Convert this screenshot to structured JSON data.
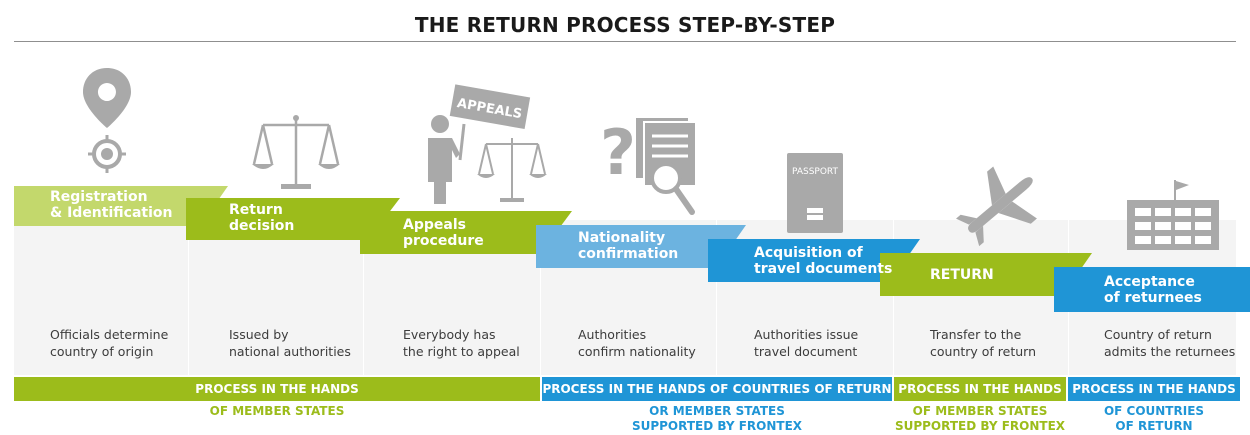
{
  "title": "THE RETURN PROCESS STEP-BY-STEP",
  "colors": {
    "green": "#9cbc1b",
    "lime": "#c3d86c",
    "lightblue": "#6cb3e0",
    "blue": "#1f95d6",
    "icon": "#a9a9a9"
  },
  "icons": {
    "col1": "location-pin-icon",
    "col2": "scales-icon",
    "col3": "appeal-protester-icon",
    "col4": "question-document-icon",
    "col5": "passport-icon",
    "col6": "airplane-icon",
    "col7": "building-flag-icon"
  },
  "appeals_sign": "APPEALS",
  "passport_label": "PASSPORT",
  "steps": [
    {
      "label": [
        "Registration",
        "& Identification"
      ],
      "desc": [
        "Officials determine",
        "country of origin"
      ]
    },
    {
      "label": [
        "Return",
        "decision"
      ],
      "desc": [
        "Issued by",
        "national authorities"
      ]
    },
    {
      "label": [
        "Appeals",
        "procedure"
      ],
      "desc": [
        "Everybody has",
        "the right to appeal"
      ]
    },
    {
      "label": [
        "Nationality",
        "confirmation"
      ],
      "desc": [
        "Authorities",
        "confirm nationality"
      ]
    },
    {
      "label": [
        "Acquisition of",
        "travel documents"
      ],
      "desc": [
        "Authorities issue",
        "travel document"
      ]
    },
    {
      "label": [
        "RETURN"
      ],
      "desc": [
        "Transfer to the",
        "country of return"
      ]
    },
    {
      "label": [
        "Acceptance",
        "of returnees"
      ],
      "desc": [
        "Country of return",
        "admits the returnees"
      ]
    }
  ],
  "groups": [
    {
      "bar": "PROCESS IN THE HANDS",
      "sub": [
        "OF MEMBER STATES"
      ],
      "color": "#9cbc1b"
    },
    {
      "bar": "PROCESS IN THE HANDS OF COUNTRIES OF RETURN",
      "sub": [
        "OR MEMBER STATES",
        "SUPPORTED BY FRONTEX"
      ],
      "color": "#1f95d6"
    },
    {
      "bar": "PROCESS IN THE HANDS",
      "sub": [
        "OF MEMBER STATES",
        "SUPPORTED BY FRONTEX"
      ],
      "color": "#9cbc1b"
    },
    {
      "bar": "PROCESS IN THE HANDS",
      "sub": [
        "OF COUNTRIES",
        "OF RETURN"
      ],
      "color": "#1f95d6"
    }
  ]
}
